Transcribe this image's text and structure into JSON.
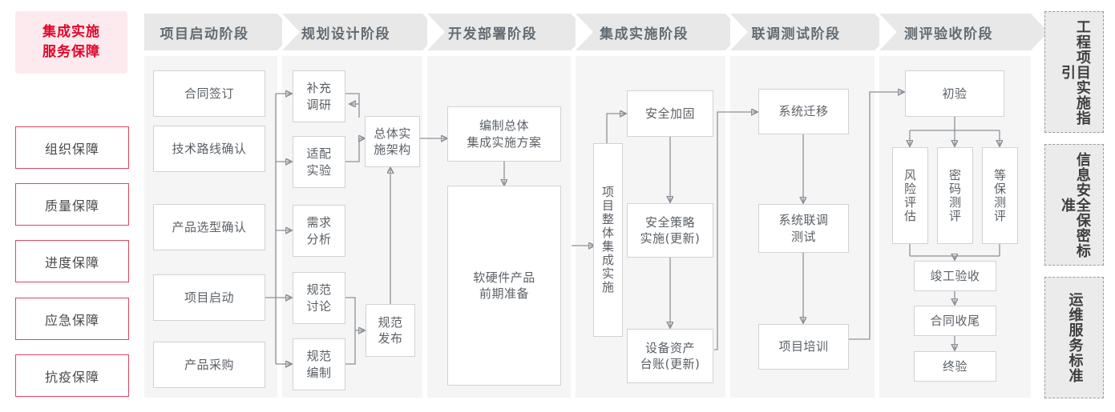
{
  "title": {
    "line1": "集成实施",
    "line2": "服务保障"
  },
  "guarantees": [
    {
      "label": "组织保障"
    },
    {
      "label": "质量保障"
    },
    {
      "label": "进度保障"
    },
    {
      "label": "应急保障"
    },
    {
      "label": "抗疫保障"
    }
  ],
  "phases": [
    {
      "label": "项目启动阶段"
    },
    {
      "label": "规划设计阶段"
    },
    {
      "label": "开发部署阶段"
    },
    {
      "label": "集成实施阶段"
    },
    {
      "label": "联调测试阶段"
    },
    {
      "label": "测评验收阶段"
    }
  ],
  "nodes": {
    "p1_1": "合同签订",
    "p1_2": "技术路线确认",
    "p1_3": "产品选型确认",
    "p1_4": "项目启动",
    "p1_5": "产品采购",
    "p2_1": "补充\n调研",
    "p2_2": "适配\n实验",
    "p2_3": "需求\n分析",
    "p2_4": "规范\n讨论",
    "p2_5": "规范\n编制",
    "p2_arch": "总体实\n施架构",
    "p2_pub": "规范\n发布",
    "p3_1": "编制总体\n集成实施方案",
    "p3_2": "软硬件产品\n前期准备",
    "p4_main": "项目整体集成实施",
    "p4_1": "安全加固",
    "p4_2": "安全策略\n实施(更新)",
    "p4_3": "设备资产\n台账(更新)",
    "p5_1": "系统迁移",
    "p5_2": "系统联调\n测试",
    "p5_3": "项目培训",
    "p6_1": "初验",
    "p6_2": "风险评估",
    "p6_3": "密码测评",
    "p6_4": "等保测评",
    "p6_5": "竣工验收",
    "p6_6": "合同收尾",
    "p6_7": "终验"
  },
  "standards": [
    {
      "label": "工程项目实施指引"
    },
    {
      "label": "信息安全保密标准"
    },
    {
      "label": "运维服务标准"
    }
  ],
  "colors": {
    "accent_red": "#e2072b",
    "accent_red_border": "#e0465f",
    "title_bg": "#fdeaee",
    "phase_header_bg": "#e8e8e8",
    "phase_header_text": "#636b72",
    "column_bg": "#f5f5f5",
    "box_border": "#d2d2d2",
    "box_text": "#5b6066",
    "wire": "#8d9299",
    "standard_bg": "#ebebeb",
    "standard_border": "#9a9a9a"
  }
}
